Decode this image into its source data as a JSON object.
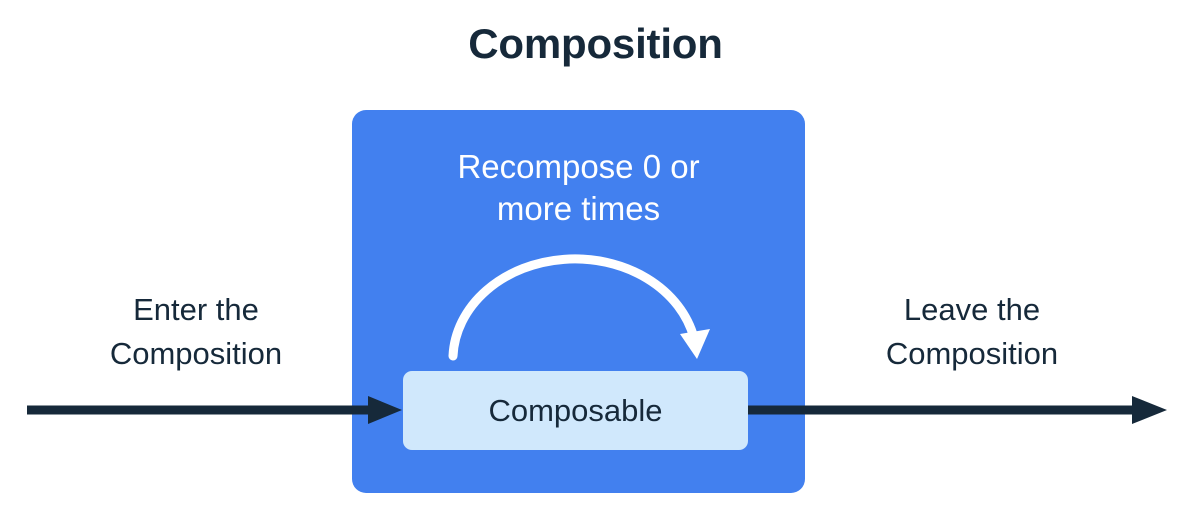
{
  "diagram": {
    "title": "Composition",
    "colors": {
      "background": "#ffffff",
      "outer_box": "#4280ef",
      "inner_box": "#d0e8fc",
      "text_dark": "#16293a",
      "text_light": "#ffffff",
      "arrow_dark": "#16293a",
      "arrow_light": "#ffffff"
    },
    "outer_box": {
      "name": "composition",
      "caption_line_1": "Recompose 0 or",
      "caption_line_2": "more times"
    },
    "inner_box": {
      "label": "Composable"
    },
    "left_caption": {
      "line_1": "Enter the",
      "line_2": "Composition"
    },
    "right_caption": {
      "line_1": "Leave the",
      "line_2": "Composition"
    },
    "arrows": [
      {
        "id": "enter-arrow",
        "direction": "right",
        "from": "left edge",
        "to": "Composable"
      },
      {
        "id": "recompose-arrow",
        "direction": "clockwise-loop",
        "from": "Composable",
        "to": "Composable"
      },
      {
        "id": "leave-arrow",
        "direction": "right",
        "from": "Composable",
        "to": "right edge"
      }
    ]
  }
}
